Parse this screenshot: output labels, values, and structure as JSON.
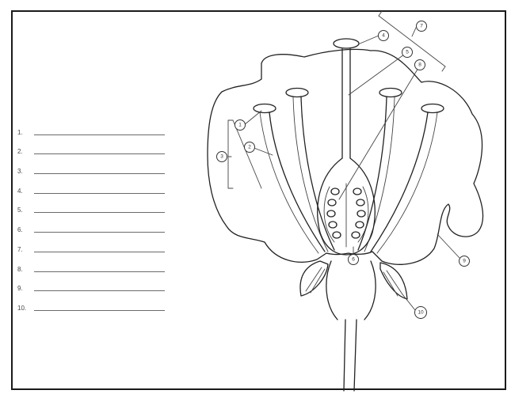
{
  "worksheet": {
    "answer_numbers": [
      "1.",
      "2.",
      "3.",
      "4.",
      "5.",
      "6.",
      "7.",
      "8.",
      "9.",
      "10."
    ]
  },
  "diagram": {
    "callout_numbers": [
      "1",
      "2",
      "3",
      "4",
      "5",
      "6",
      "7",
      "8",
      "9",
      "10"
    ]
  },
  "colors": {
    "line": "#222222",
    "frame": "#1a1a1a",
    "background": "#ffffff"
  }
}
